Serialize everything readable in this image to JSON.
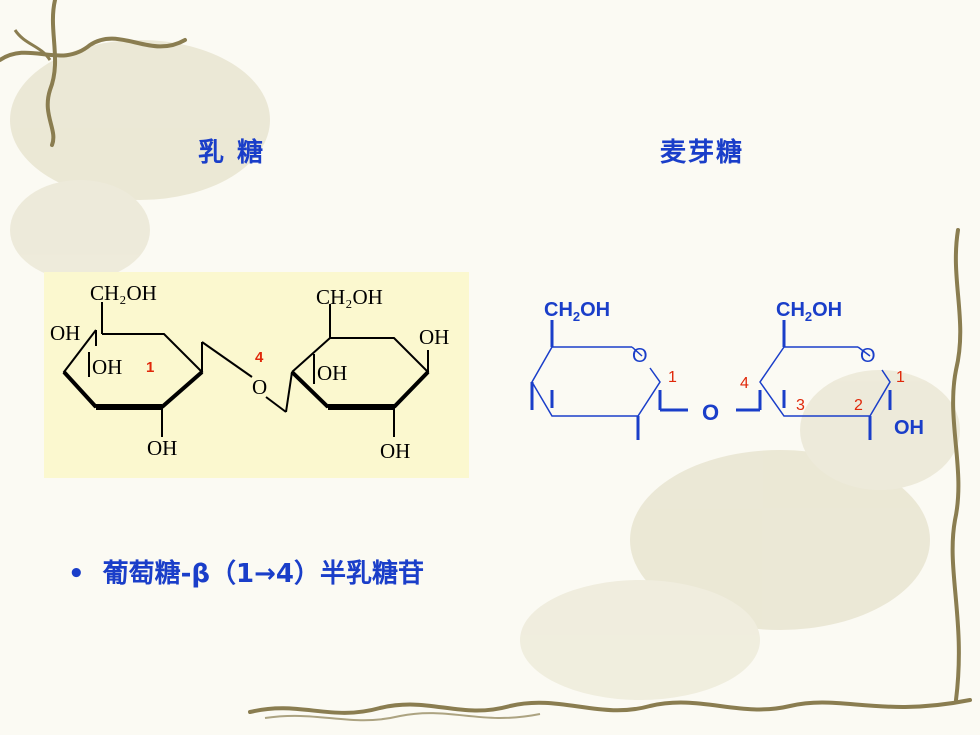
{
  "titles": {
    "lactose": "乳 糖",
    "maltose": "麦芽糖"
  },
  "lactose_structure": {
    "labels": {
      "ch2oh_left": "CH₂OH",
      "ch2oh_right": "CH₂OH",
      "oh_left_top": "OH",
      "oh_ring_left": "OH",
      "oh_bottom_left": "OH",
      "oh_ring_right": "OH",
      "oh_right_top": "OH",
      "oh_bottom_right": "OH",
      "bridge_o": "O",
      "pos_1": "1",
      "pos_4": "4"
    },
    "colors": {
      "panel": "#fbf8cf",
      "numbers": "#e0280a"
    }
  },
  "maltose_structure": {
    "labels": {
      "ch2oh_left": "CH",
      "ch2oh_left_sub": "2",
      "ch2oh_left_end": "OH",
      "ch2oh_right": "CH",
      "ch2oh_right_sub": "2",
      "ch2oh_right_end": "OH",
      "ring_o_left": "O",
      "ring_o_right": "O",
      "bridge_o": "O",
      "oh_end": "OH",
      "num_1_left": "1",
      "num_4": "4",
      "num_3": "3",
      "num_2": "2",
      "num_1_right": "1"
    },
    "colors": {
      "lines": "#1a3ec9",
      "numbers": "#e0280a"
    }
  },
  "bullet": {
    "marker": "•",
    "text": "葡萄糖-β（1→4）半乳糖苷"
  },
  "theme": {
    "text_color": "#1a3ec9",
    "background": "#fbfaf3"
  }
}
